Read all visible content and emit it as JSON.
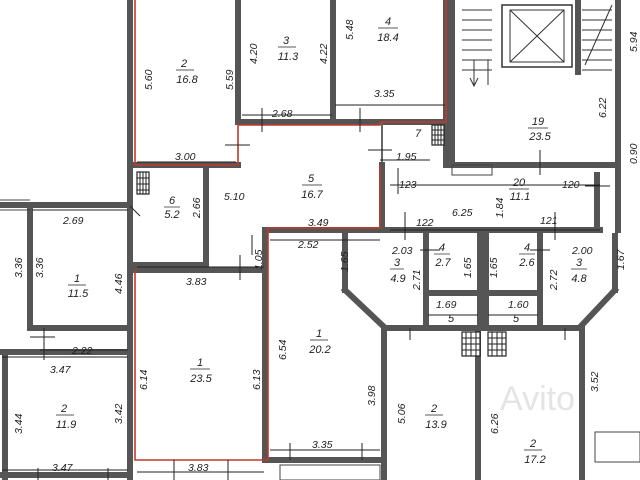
{
  "rooms": [
    {
      "id": "2",
      "area": "16.8"
    },
    {
      "id": "3",
      "area": "11.3"
    },
    {
      "id": "4",
      "area": "18.4"
    },
    {
      "id": "5",
      "area": "16.7"
    },
    {
      "id": "6",
      "area": "5.2"
    },
    {
      "id": "1",
      "area": "11.5"
    },
    {
      "id": "2",
      "area": "11.9"
    },
    {
      "id": "1",
      "area": "23.5"
    },
    {
      "id": "1",
      "area": "20.2"
    },
    {
      "id": "3",
      "area": "4.9"
    },
    {
      "id": "4",
      "area": "2.7"
    },
    {
      "id": "4",
      "area": "2.6"
    },
    {
      "id": "3",
      "area": "4.8"
    },
    {
      "id": "19",
      "area": "23.5"
    },
    {
      "id": "20",
      "area": "11.1"
    },
    {
      "id": "2",
      "area": "13.9"
    },
    {
      "id": "2",
      "area": "17.2"
    },
    {
      "id": "",
      "area": "5"
    },
    {
      "id": "",
      "area": "5"
    },
    {
      "id": "7",
      "area": ""
    }
  ],
  "dimensions": [
    "5.60",
    "5.59",
    "4.20",
    "4.22",
    "5.48",
    "3.35",
    "2.68",
    "3.00",
    "1.95",
    "6.22",
    "5.94",
    "0.90",
    "2.66",
    "5.10",
    "3.49",
    "123",
    "120",
    "2.69",
    "3.36",
    "3.36",
    "4.46",
    "6.25",
    "1.84",
    "122",
    "121",
    "2.52",
    "1.05",
    "2.03",
    "1.65",
    "2.71",
    "1.65",
    "1.65",
    "2.72",
    "2.00",
    "1.67",
    "3.83",
    "2.22",
    "1.69",
    "1.60",
    "3.47",
    "6.14",
    "6.13",
    "6.54",
    "3.98",
    "5.06",
    "6.26",
    "3.52",
    "3.44",
    "3.42",
    "3.35",
    "3.47",
    "3.83"
  ],
  "watermark": "Avito"
}
